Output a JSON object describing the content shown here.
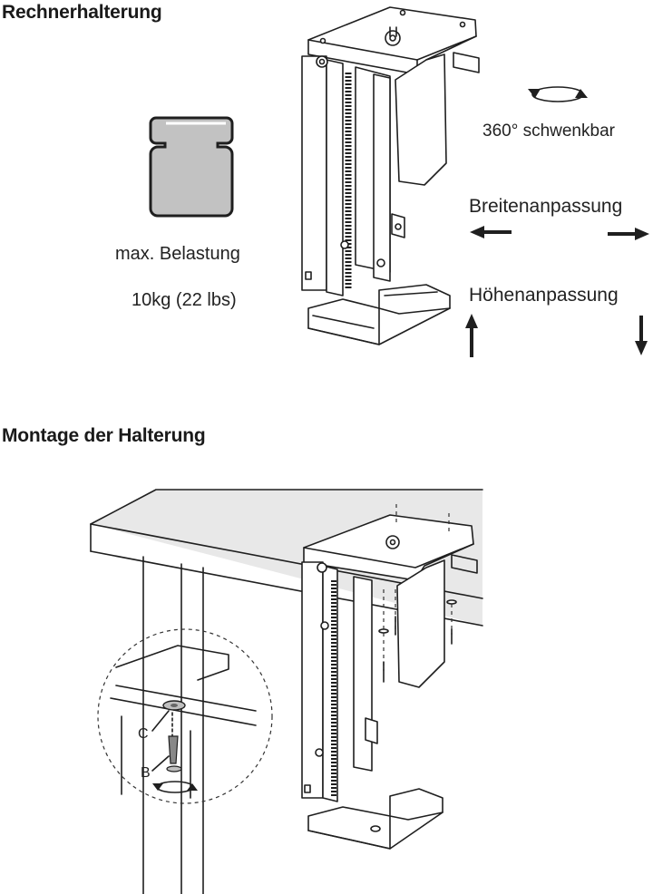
{
  "section_top": {
    "title": "Rechnerhalterung",
    "load_label": "max. Belastung",
    "load_value": "10kg (22 lbs)",
    "rotation_label": "360° schwenkbar",
    "width_label": "Breitenanpassung",
    "height_label": "Höhenanpassung"
  },
  "section_bottom": {
    "title": "Montage der Halterung",
    "callout_c": "C",
    "callout_b": "B"
  },
  "colors": {
    "line": "#1f1f1f",
    "weight_fill": "#c2c2c2",
    "table_fill": "#e6e6e6"
  },
  "icons": [
    "weight-icon",
    "rotate-icon",
    "arrow-left-icon",
    "arrow-right-icon",
    "arrow-up-icon",
    "arrow-down-icon"
  ]
}
